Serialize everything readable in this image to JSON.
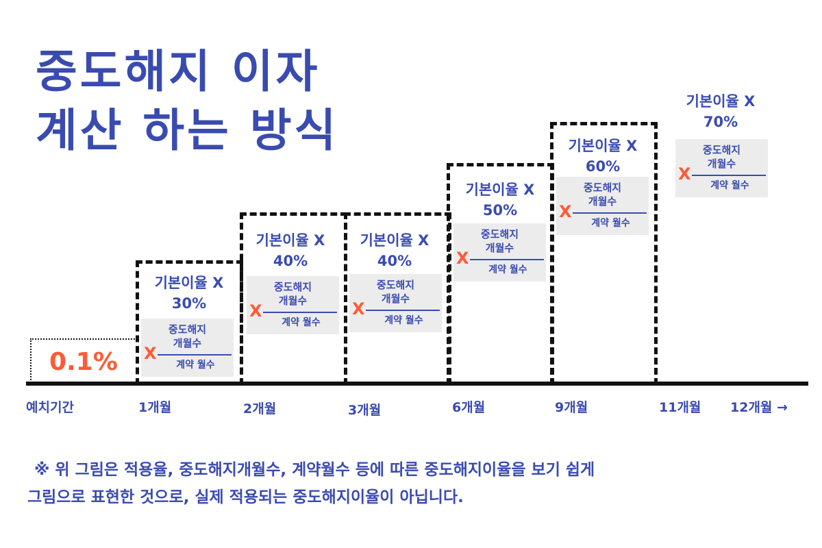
{
  "title": {
    "line1": "중도해지 이자",
    "line2": "계산 하는 방식"
  },
  "first_rate": "0.1%",
  "steps": [
    {
      "rate_line1": "기본이율 X",
      "rate_line2": "30%",
      "numerator_line1": "중도해지",
      "numerator_line2": "개월수",
      "denominator": "계약 월수",
      "multiplier": "X"
    },
    {
      "rate_line1": "기본이율 X",
      "rate_line2": "40%",
      "numerator_line1": "중도해지",
      "numerator_line2": "개월수",
      "denominator": "계약 월수",
      "multiplier": "X"
    },
    {
      "rate_line1": "기본이율 X",
      "rate_line2": "40%",
      "numerator_line1": "중도해지",
      "numerator_line2": "개월수",
      "denominator": "계약 월수",
      "multiplier": "X"
    },
    {
      "rate_line1": "기본이율 X",
      "rate_line2": "50%",
      "numerator_line1": "중도해지",
      "numerator_line2": "개월수",
      "denominator": "계약 월수",
      "multiplier": "X"
    },
    {
      "rate_line1": "기본이율 X",
      "rate_line2": "60%",
      "numerator_line1": "중도해지",
      "numerator_line2": "개월수",
      "denominator": "계약 월수",
      "multiplier": "X"
    },
    {
      "rate_line1": "기본이율 X",
      "rate_line2": "70%",
      "numerator_line1": "중도해지",
      "numerator_line2": "개월수",
      "denominator": "계약 월수",
      "multiplier": "X"
    }
  ],
  "x_axis_labels": [
    "예치기간",
    "1개월",
    "2개월",
    "3개월",
    "6개월",
    "9개월",
    "11개월",
    "12개월 →"
  ],
  "footnote": {
    "line1": "※ 위 그림은 적용율, 중도해지개월수, 계약월수 등에 따른 중도해지이율을 보기 쉽게",
    "line2": "그림으로 표현한 것으로, 실제 적용되는 중도해지이율이 아닙니다."
  },
  "colors": {
    "blue": "#3a4bb0",
    "orange": "#ff5a36",
    "panel": "#ececec"
  }
}
